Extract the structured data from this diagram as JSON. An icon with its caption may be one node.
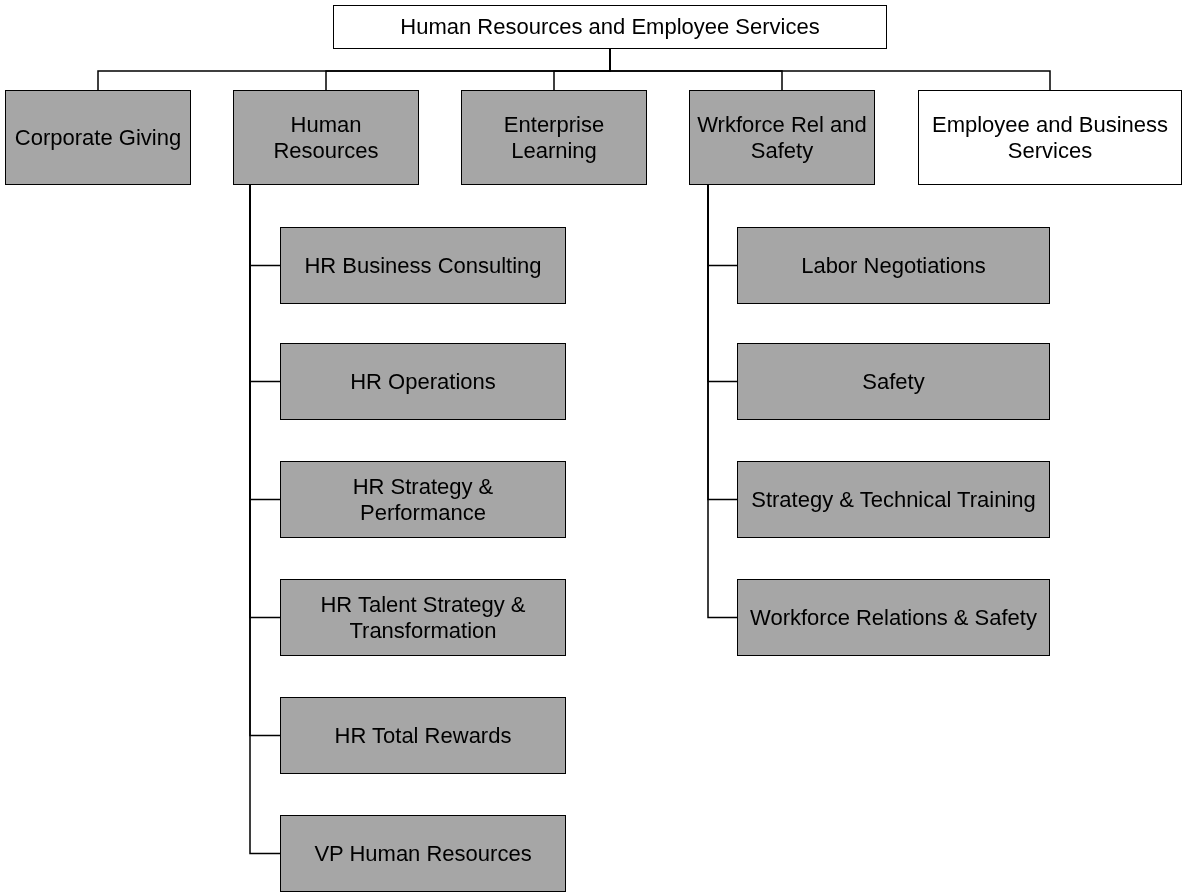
{
  "diagram": {
    "nodes": [
      {
        "text": [
          "Human Resources and Employee Services"
        ]
      },
      {
        "text": [
          "Corporate Giving"
        ]
      },
      {
        "text": [
          "Human Resources"
        ]
      },
      {
        "text": [
          "Enterprise Learning"
        ]
      },
      {
        "text": [
          "Wrkforce Rel and Safety"
        ]
      },
      {
        "text": [
          "Employee and Business Services"
        ]
      },
      {
        "text": [
          "HR Business Consulting"
        ]
      },
      {
        "text": [
          "HR Operations"
        ]
      },
      {
        "text": [
          "HR Strategy & Performance"
        ]
      },
      {
        "text": [
          "HR Talent Strategy & Transformation"
        ]
      },
      {
        "text": [
          "HR Total Rewards"
        ]
      },
      {
        "text": [
          "VP Human Resources"
        ]
      },
      {
        "text": [
          "Labor Negotiations"
        ]
      },
      {
        "text": [
          "Safety"
        ]
      },
      {
        "text": [
          "Strategy & Technical Training"
        ]
      },
      {
        "text": [
          "Workforce Relations & Safety"
        ]
      }
    ],
    "edges": [
      {
        "from": 0,
        "to": 1,
        "arrow": "none"
      },
      {
        "from": 0,
        "to": 2,
        "arrow": "none"
      },
      {
        "from": 0,
        "to": 3,
        "arrow": "none"
      },
      {
        "from": 0,
        "to": 4,
        "arrow": "none"
      },
      {
        "from": 0,
        "to": 5,
        "arrow": "none"
      },
      {
        "from": 2,
        "to": 6,
        "arrow": "none"
      },
      {
        "from": 2,
        "to": 7,
        "arrow": "none"
      },
      {
        "from": 2,
        "to": 8,
        "arrow": "none"
      },
      {
        "from": 2,
        "to": 9,
        "arrow": "none"
      },
      {
        "from": 2,
        "to": 10,
        "arrow": "none"
      },
      {
        "from": 2,
        "to": 11,
        "arrow": "none"
      },
      {
        "from": 4,
        "to": 12,
        "arrow": "none"
      },
      {
        "from": 4,
        "to": 13,
        "arrow": "none"
      },
      {
        "from": 4,
        "to": 14,
        "arrow": "none"
      },
      {
        "from": 4,
        "to": 15,
        "arrow": "none"
      }
    ]
  }
}
